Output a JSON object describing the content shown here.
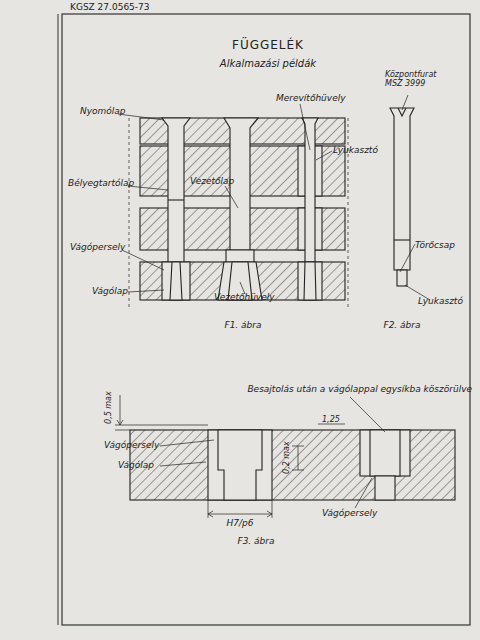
{
  "diagram": {
    "title": "FÜGGELÉK",
    "labels": [
      "KGSZ 27.0565-73",
      "Alkalmazási példák",
      "Nyomólap",
      "Merevítőhüvely",
      "Központfurat MSZ 3999",
      "Bélyegtartólap",
      "Vezetőlap",
      "Lyukasztó",
      "Vágópersely",
      "Törőcsap",
      "Lyukasztó",
      "Vágólap",
      "Vezetőhüvely",
      "F1. ábra",
      "F2. ábra",
      "Besajtolás után a vágólappal egysíkba köszörülve",
      "0,5 max",
      "1,25",
      "0,2 max",
      "Vágópersely",
      "Vágólap",
      "H7/p6",
      "Vágópersely",
      "F3. ábra"
    ]
  }
}
